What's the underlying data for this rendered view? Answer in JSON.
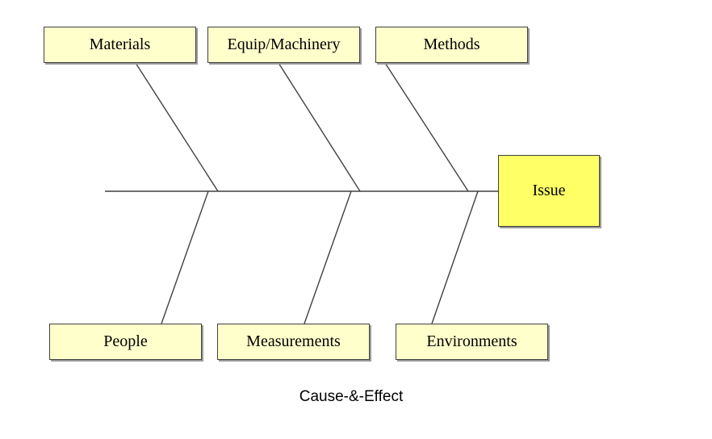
{
  "diagram": {
    "type": "fishbone",
    "effect": "Issue",
    "causes_top": [
      "Materials",
      "Equip/Machinery",
      "Methods"
    ],
    "causes_bottom": [
      "People",
      "Measurements",
      "Environments"
    ],
    "caption": "Cause-&-Effect",
    "colors": {
      "category_fill": "#ffffcc",
      "effect_fill": "#ffff66",
      "line": "#404040"
    }
  }
}
